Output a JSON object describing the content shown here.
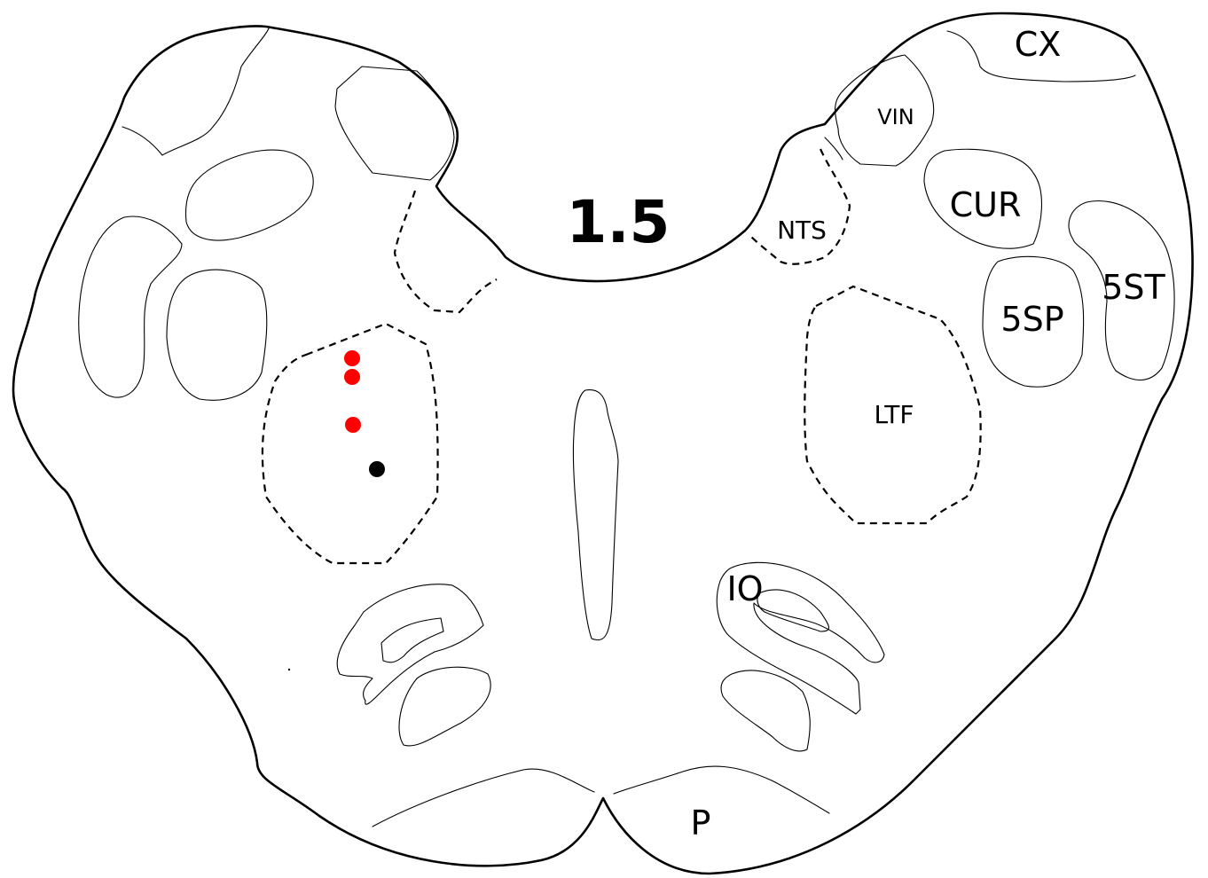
{
  "section_level": "1.5",
  "labels": {
    "cx": "CX",
    "vin": "VIN",
    "nts": "NTS",
    "cur": "CUR",
    "sp5": "5SP",
    "st5": "5ST",
    "ltf": "LTF",
    "io": "IO",
    "p": "P"
  },
  "colors": {
    "outline": "#000000",
    "marker_red": "#ff0000",
    "marker_black": "#000000"
  },
  "markers": [
    {
      "color": "red"
    },
    {
      "color": "red"
    },
    {
      "color": "red"
    },
    {
      "color": "black"
    }
  ]
}
